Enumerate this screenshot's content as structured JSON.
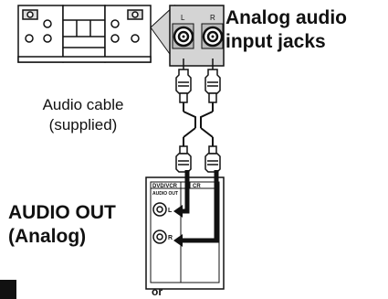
{
  "labels": {
    "jacks_line1": "Analog audio",
    "jacks_line2": "input jacks",
    "cable_line1": "Audio cable",
    "cable_line2": "(supplied)",
    "out_line1": "AUDIO OUT",
    "out_line2": "(Analog)",
    "or": "or"
  },
  "player_panel": {
    "section_left": "DVD/VCR",
    "section_right": "CR",
    "audio_out": "AUDIO OUT",
    "jack_l": "L",
    "jack_r": "R"
  },
  "stereo_jacks": {
    "left": "L",
    "right": "R"
  },
  "icons": {
    "stereo": "stereo-system-icon",
    "rca": "rca-jack-icon",
    "plug": "rca-plug-icon"
  },
  "colors": {
    "line": "#111111",
    "panel": "#d4d4d4",
    "background": "#ffffff"
  }
}
